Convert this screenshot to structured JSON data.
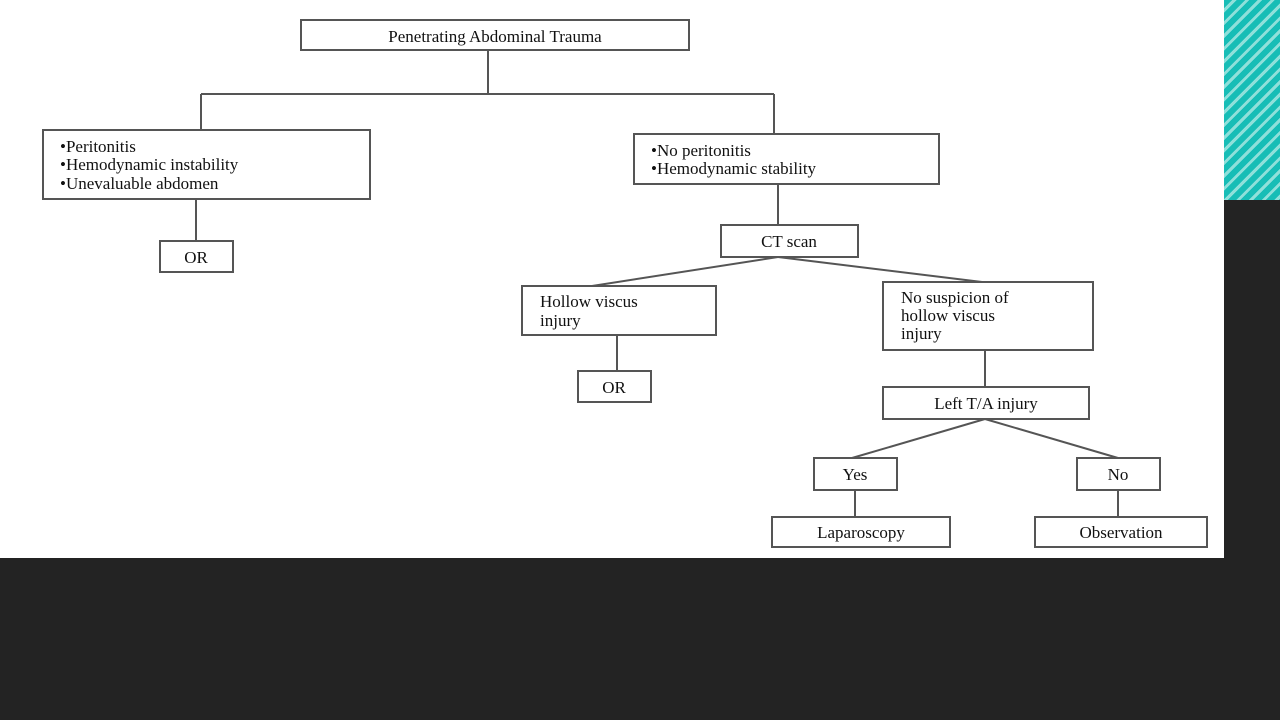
{
  "slide": {
    "background": "#232323",
    "image_background": "#ffffff",
    "accent_color": "#17bdb6"
  },
  "flowchart": {
    "root": "Penetrating Abdominal Trauma",
    "unstable": {
      "lines": [
        "•Peritonitis",
        "•Hemodynamic instability",
        "•Unevaluable abdomen"
      ]
    },
    "stable": {
      "lines": [
        "•No peritonitis",
        "•Hemodynamic stability"
      ]
    },
    "or_left": "OR",
    "ct_scan": "CT scan",
    "hollow_viscus": {
      "lines": [
        "Hollow viscus",
        "injury"
      ]
    },
    "no_suspicion": {
      "lines": [
        "No suspicion of",
        "hollow viscus",
        "injury"
      ]
    },
    "or_middle": "OR",
    "left_ta": "Left T/A injury",
    "yes": "Yes",
    "no": "No",
    "laparoscopy": "Laparoscopy",
    "observation": "Observation"
  }
}
